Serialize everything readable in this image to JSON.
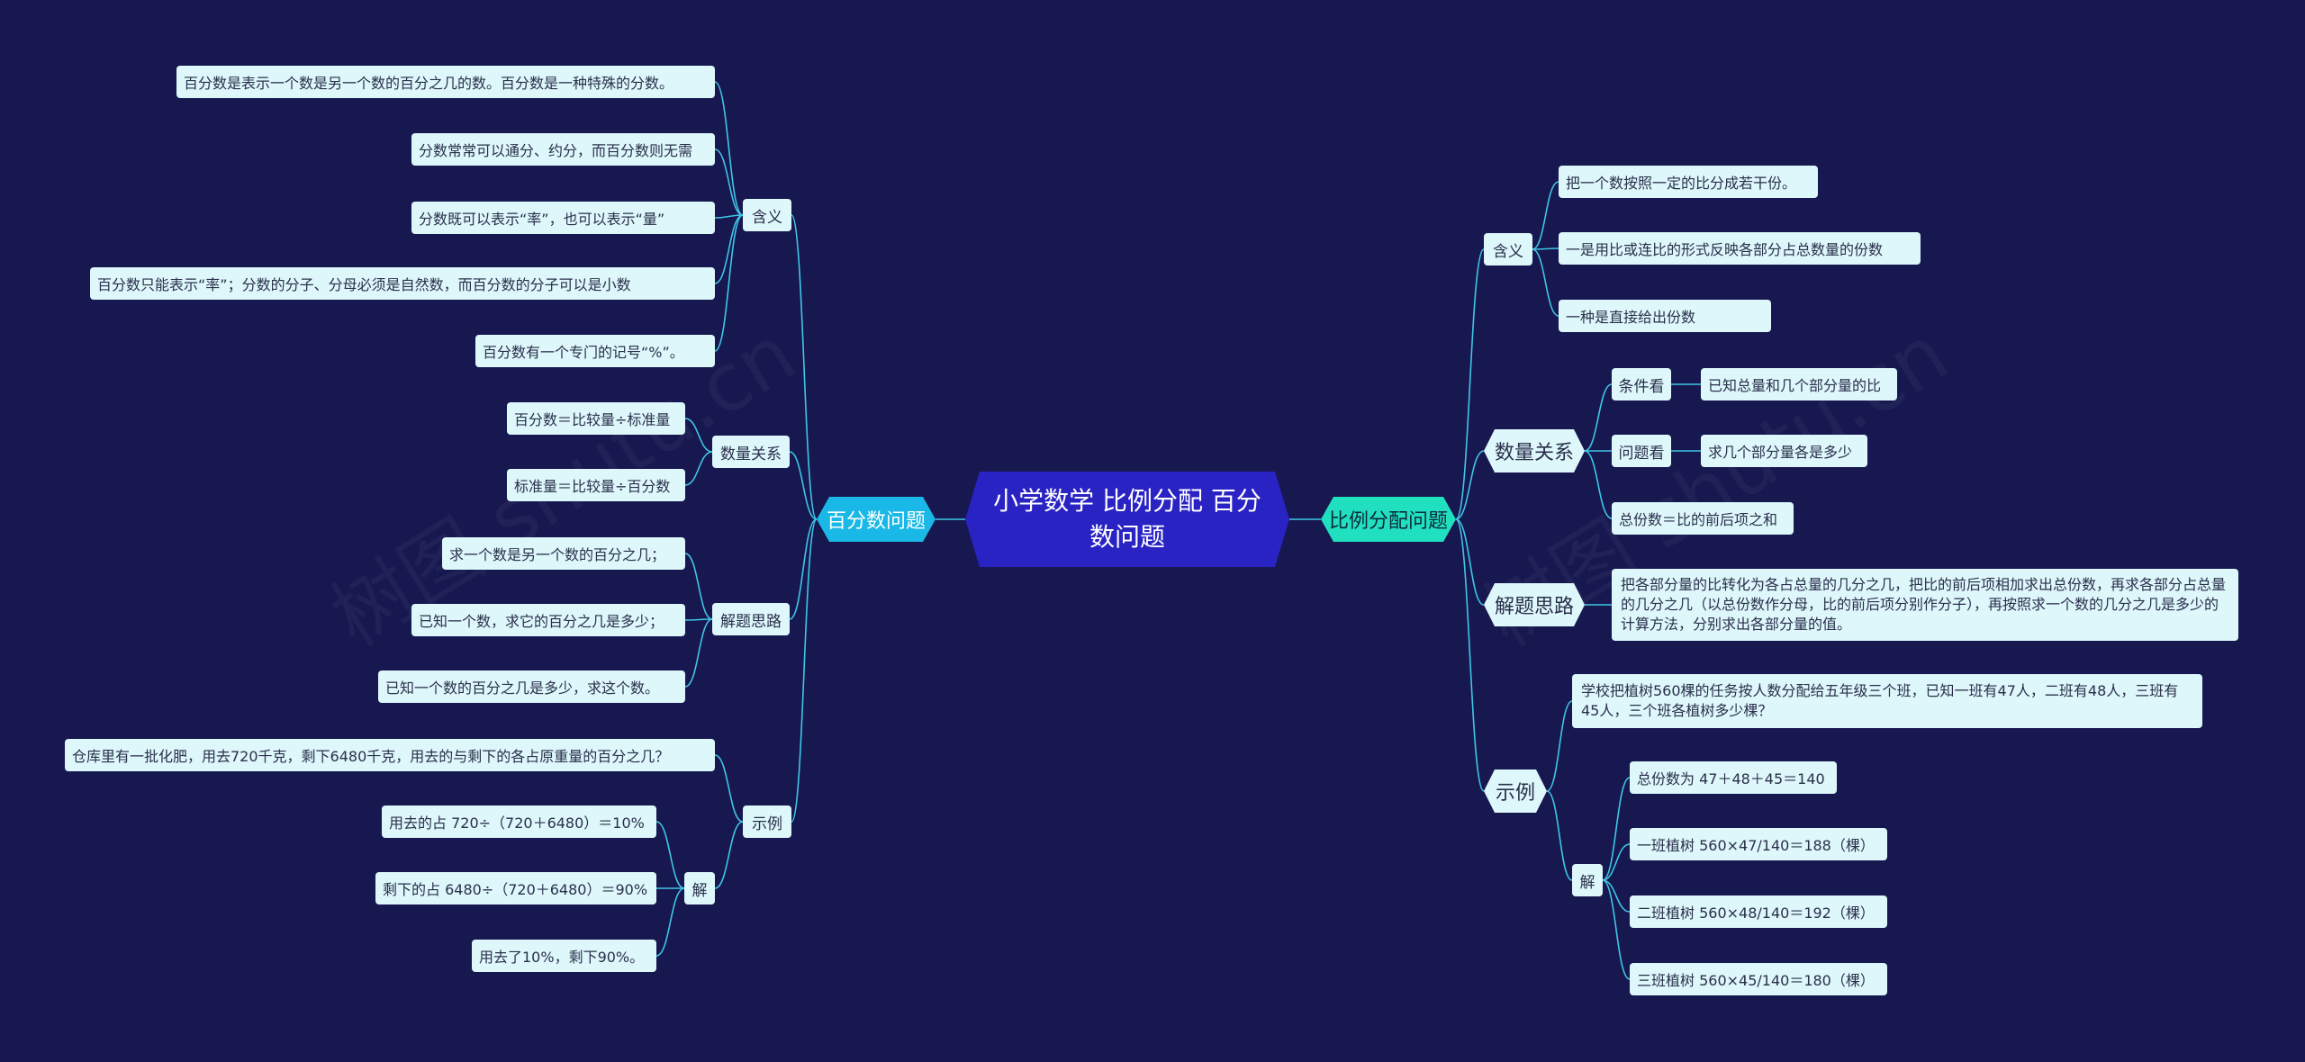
{
  "root": "小学数学  比例分配  百分数问题",
  "watermark": "树图 shutu.cn",
  "left": {
    "label": "百分数问题",
    "groups": {
      "meaning": {
        "label": "含义",
        "items": [
          "百分数是表示一个数是另一个数的百分之几的数。百分数是一种特殊的分数。",
          "分数常常可以通分、约分，而百分数则无需",
          "分数既可以表示“率”，也可以表示“量”",
          "百分数只能表示“率”；分数的分子、分母必须是自然数，而百分数的分子可以是小数",
          "百分数有一个专门的记号“%”。"
        ]
      },
      "quantity": {
        "label": "数量关系",
        "items": [
          "百分数＝比较量÷标准量",
          "标准量＝比较量÷百分数"
        ]
      },
      "approach": {
        "label": "解题思路",
        "items": [
          "求一个数是另一个数的百分之几；",
          "已知一个数，求它的百分之几是多少；",
          "已知一个数的百分之几是多少，求这个数。"
        ]
      },
      "example": {
        "label": "示例",
        "question": "仓库里有一批化肥，用去720千克，剩下6480千克，用去的与剩下的各占原重量的百分之几？",
        "solution_label": "解",
        "solution": [
          "用去的占 720÷（720＋6480）＝10%",
          "剩下的占 6480÷（720＋6480）＝90%",
          "用去了10%，剩下90%。"
        ]
      }
    }
  },
  "right": {
    "label": "比例分配问题",
    "groups": {
      "meaning": {
        "label": "含义",
        "items": [
          "把一个数按照一定的比分成若干份。",
          "一是用比或连比的形式反映各部分占总数量的份数",
          "一种是直接给出份数"
        ]
      },
      "quantity": {
        "label": "数量关系",
        "condition_label": "条件看",
        "condition": "已知总量和几个部分量的比",
        "question_label": "问题看",
        "question": "求几个部分量各是多少",
        "total": "总份数＝比的前后项之和"
      },
      "approach": {
        "label": "解题思路",
        "text": "把各部分量的比转化为各占总量的几分之几，把比的前后项相加求出总份数，再求各部分占总量的几分之几（以总份数作分母，比的前后项分别作分子），再按照求一个数的几分之几是多少的计算方法，分别求出各部分量的值。"
      },
      "example": {
        "label": "示例",
        "question": "学校把植树560棵的任务按人数分配给五年级三个班，已知一班有47人，二班有48人，三班有45人，三个班各植树多少棵？",
        "solution_label": "解",
        "solution": [
          "总份数为 47＋48＋45＝140",
          "一班植树 560×47/140＝188（棵）",
          "二班植树 560×48/140＝192（棵）",
          "三班植树 560×45/140＝180（棵）"
        ]
      }
    }
  },
  "colors": {
    "background": "#16184f",
    "link": "#3fc6e6",
    "root": "#2a23c4",
    "left_branch": "#1ab8e6",
    "right_branch": "#20e0c0",
    "leaf": "#ddf7fb"
  }
}
